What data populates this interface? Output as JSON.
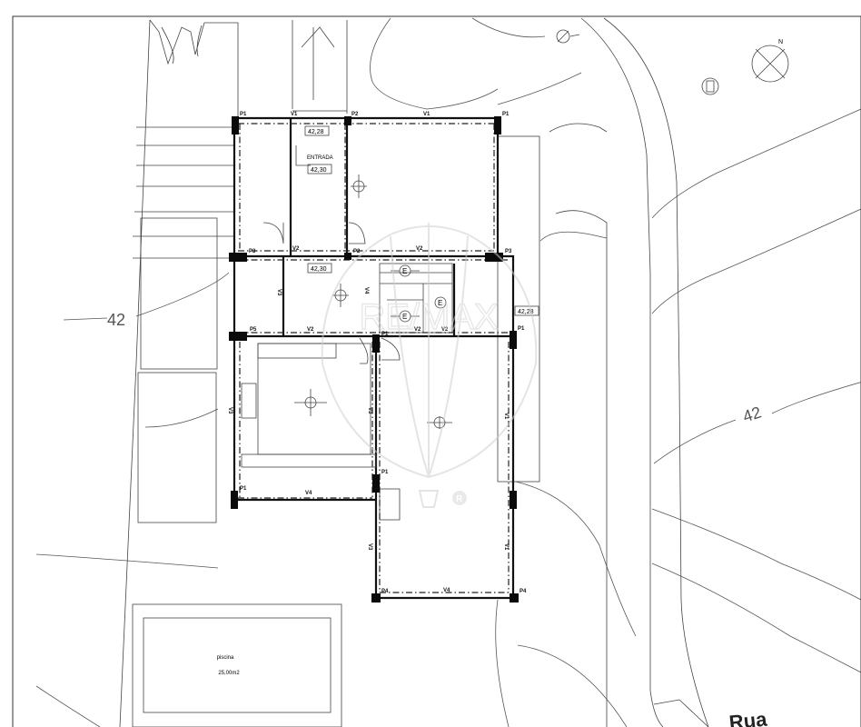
{
  "plan": {
    "contour_labels": [
      "42",
      "42"
    ],
    "elevations": [
      "42,28",
      "42,30",
      "42,30",
      "42,28"
    ],
    "entrance_label": "ENTRADA",
    "pool": {
      "name": "piscina",
      "area": "25,00m2"
    },
    "road_label": "Rua",
    "north_label": "N",
    "columns": [
      "P1",
      "P2",
      "P1",
      "P3",
      "P2",
      "P3",
      "P5",
      "P1",
      "P1",
      "P1",
      "P1",
      "P4",
      "P4"
    ],
    "beams": [
      "V1",
      "V1",
      "V2",
      "V2",
      "V2",
      "V2",
      "V2",
      "V3",
      "V3",
      "V3",
      "V4",
      "V4",
      "V4",
      "V1",
      "V1",
      "V3"
    ],
    "fixture_symbol": "E",
    "watermark": {
      "text": "RE/MAX",
      "mark": "R"
    }
  }
}
